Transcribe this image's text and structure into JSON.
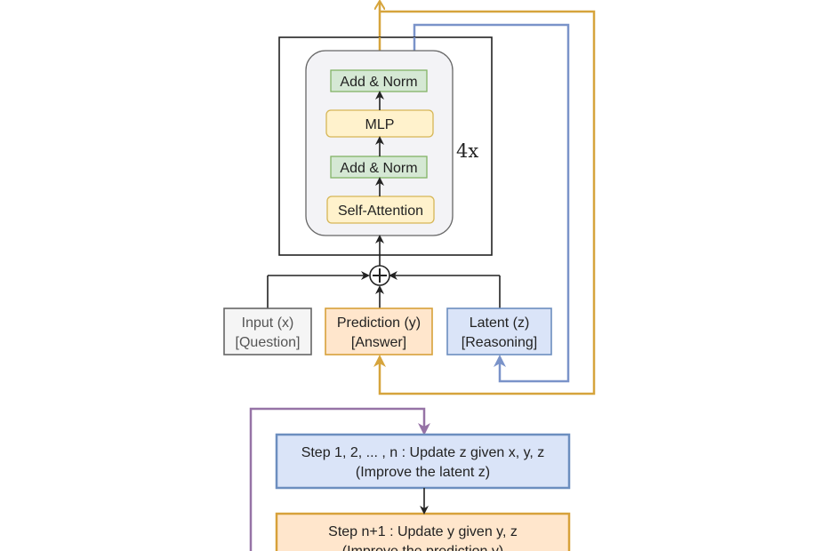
{
  "colors": {
    "orange_line": "#d6a43c",
    "blue_line": "#7a93c9",
    "purple_line": "#9673a6",
    "black_line": "#222222",
    "green_fill": "#d5e8d4",
    "green_stroke": "#82b366",
    "yellow_fill": "#fff2cc",
    "yellow_stroke": "#d6b656",
    "orange_fill": "#ffe6cc",
    "orange_stroke": "#d7a13a",
    "blue_fill": "#dae4f8",
    "blue_stroke": "#6c8ebf",
    "gray_fill": "#f5f5f5",
    "gray_stroke": "#666666",
    "block_fill": "#f3f3f6"
  },
  "transformer": {
    "layers": [
      {
        "id": "add-norm-top",
        "label": "Add & Norm",
        "kind": "norm"
      },
      {
        "id": "mlp",
        "label": "MLP",
        "kind": "op"
      },
      {
        "id": "add-norm-bottom",
        "label": "Add & Norm",
        "kind": "norm"
      },
      {
        "id": "self-attention",
        "label": "Self-Attention",
        "kind": "op"
      }
    ],
    "repeat_label": "4x"
  },
  "combine_symbol": "+",
  "inputs": [
    {
      "id": "input-x",
      "line1": "Input (x)",
      "line2": "[Question]",
      "style": "gray"
    },
    {
      "id": "prediction-y",
      "line1": "Prediction (y)",
      "line2": "[Answer]",
      "style": "orange"
    },
    {
      "id": "latent-z",
      "line1": "Latent (z)",
      "line2": "[Reasoning]",
      "style": "blue"
    }
  ],
  "steps": [
    {
      "id": "step-latent",
      "line1": "Step 1, 2, ... , n : Update z given x, y, z",
      "line2": "(Improve the latent z)",
      "style": "blue"
    },
    {
      "id": "step-prediction",
      "line1": "Step n+1 : Update y given y, z",
      "line2": "(Improve the prediction y)",
      "style": "orange"
    }
  ]
}
